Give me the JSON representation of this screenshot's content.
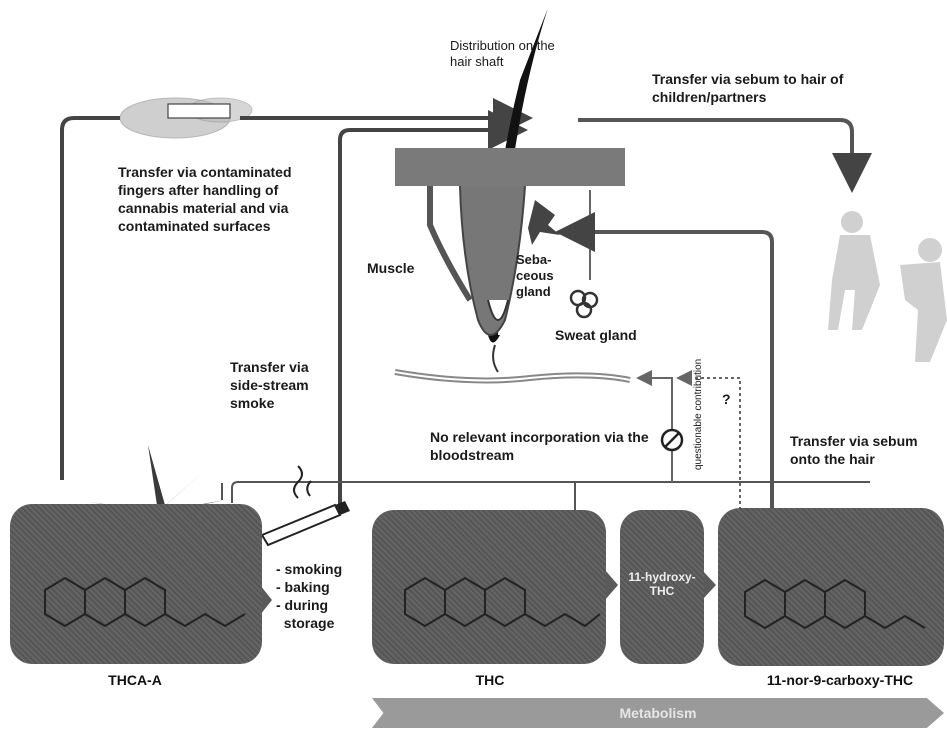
{
  "labels": {
    "distribution": "Distribution on the hair shaft",
    "transfer_sebum_children": "Transfer via sebum to hair of children/partners",
    "transfer_fingers": "Transfer via contaminated fingers after handling of cannabis material and via contaminated surfaces",
    "muscle": "Muscle",
    "sebaceous": "Seba-\nceous\ngland",
    "sweat": "Sweat gland",
    "side_stream": "Transfer via side-stream smoke",
    "no_incorporation": "No relevant incorporation via the bloodstream",
    "question_mark": "?",
    "questionable": "questionable contribution",
    "transfer_sebum_hair": "Transfer via sebum onto the hair",
    "processes": "- smoking\n- baking\n- during\n  storage",
    "metabolism": "Metabolism"
  },
  "compounds": {
    "thca": "THCA-A",
    "thc": "THC",
    "hydroxy": "11-hydroxy-THC",
    "carboxy": "11-nor-9-carboxy-THC"
  }
}
